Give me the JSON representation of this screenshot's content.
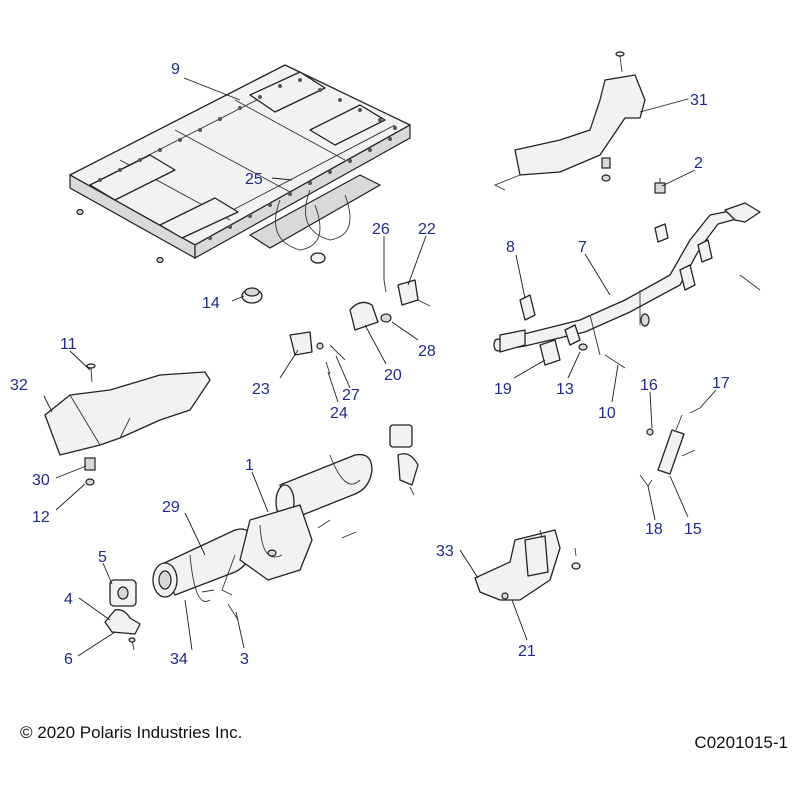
{
  "callouts": [
    {
      "id": "c9",
      "label": "9"
    },
    {
      "id": "c31",
      "label": "31"
    },
    {
      "id": "c2",
      "label": "2"
    },
    {
      "id": "c25",
      "label": "25"
    },
    {
      "id": "c26",
      "label": "26"
    },
    {
      "id": "c22",
      "label": "22"
    },
    {
      "id": "c8",
      "label": "8"
    },
    {
      "id": "c7",
      "label": "7"
    },
    {
      "id": "c14",
      "label": "14"
    },
    {
      "id": "c11",
      "label": "11"
    },
    {
      "id": "c23",
      "label": "23"
    },
    {
      "id": "c20",
      "label": "20"
    },
    {
      "id": "c28",
      "label": "28"
    },
    {
      "id": "c32",
      "label": "32"
    },
    {
      "id": "c27",
      "label": "27"
    },
    {
      "id": "c24",
      "label": "24"
    },
    {
      "id": "c19",
      "label": "19"
    },
    {
      "id": "c13",
      "label": "13"
    },
    {
      "id": "c10",
      "label": "10"
    },
    {
      "id": "c16",
      "label": "16"
    },
    {
      "id": "c17",
      "label": "17"
    },
    {
      "id": "c30",
      "label": "30"
    },
    {
      "id": "c12",
      "label": "12"
    },
    {
      "id": "c1",
      "label": "1"
    },
    {
      "id": "c29",
      "label": "29"
    },
    {
      "id": "c18",
      "label": "18"
    },
    {
      "id": "c15",
      "label": "15"
    },
    {
      "id": "c5",
      "label": "5"
    },
    {
      "id": "c33",
      "label": "33"
    },
    {
      "id": "c4",
      "label": "4"
    },
    {
      "id": "c6",
      "label": "6"
    },
    {
      "id": "c34",
      "label": "34"
    },
    {
      "id": "c3",
      "label": "3"
    },
    {
      "id": "c21",
      "label": "21"
    }
  ],
  "footer": {
    "copyright": "© 2020 Polaris Industries Inc.",
    "figure_code": "C0201015-1"
  }
}
